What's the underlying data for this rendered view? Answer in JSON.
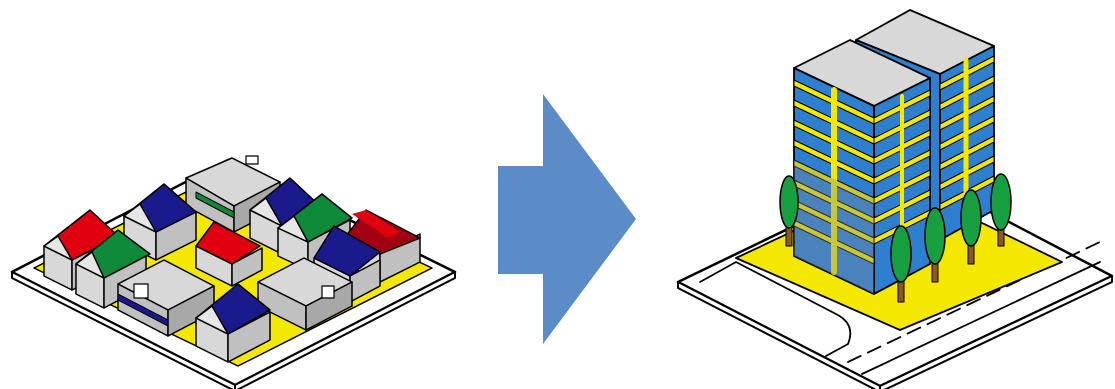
{
  "panels": [
    {
      "id": "before",
      "illustration": "low-rise-houses-block",
      "roof_colors": [
        "#e00010",
        "#1a1a8c",
        "#0e8a3a"
      ],
      "ground_color": "#f5e800"
    },
    {
      "id": "arrow",
      "icon": "right-arrow-icon",
      "color": "#5b8cc8"
    },
    {
      "id": "after",
      "illustration": "high-rise-towers-block",
      "facade_colors": [
        "#2f7fd0",
        "#f5e800"
      ],
      "ground_color": "#f5e800",
      "tree_color": "#18a040"
    }
  ]
}
